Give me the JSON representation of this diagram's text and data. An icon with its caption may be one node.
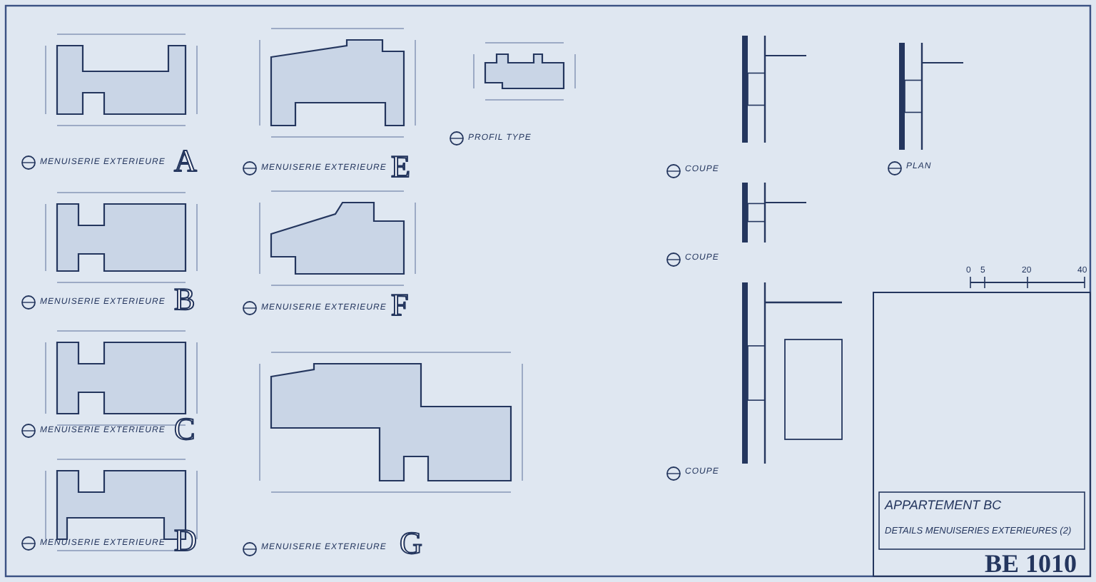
{
  "diagram": {
    "labels": [
      "MENUISERIE EXTERIEURE",
      "A",
      "MENUISERIE EXTERIEURE",
      "E",
      "PROFIL TYPE",
      "COUPE",
      "PLAN",
      "MENUISERIE EXTERIEURE",
      "B",
      "MENUISERIE EXTERIEURE",
      "F",
      "COUPE",
      "0",
      "5",
      "20",
      "40",
      "MENUISERIE EXTERIEURE",
      "C",
      "MENUISERIE EXTERIEURE",
      "G",
      "COUPE",
      "MENUISERIE EXTERIEURE",
      "D",
      "APPARTEMENT BC",
      "DETAILS MENUISERIES EXTERIEURES (2)",
      "BE 1010"
    ]
  }
}
